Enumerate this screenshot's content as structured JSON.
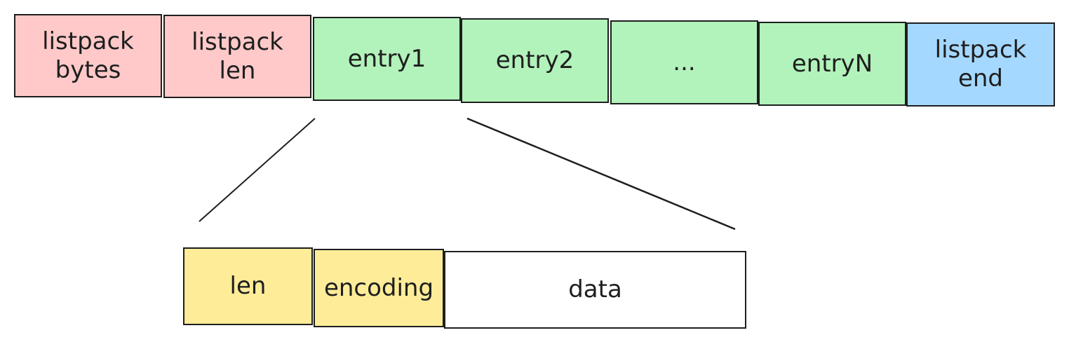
{
  "top_row": [
    {
      "label": "listpack\nbytes",
      "color": "#ffc9c9"
    },
    {
      "label": "listpack\nlen",
      "color": "#ffc9c9"
    },
    {
      "label": "entry1",
      "color": "#b2f2bb"
    },
    {
      "label": "entry2",
      "color": "#b2f2bb"
    },
    {
      "label": "...",
      "color": "#b2f2bb"
    },
    {
      "label": "entryN",
      "color": "#b2f2bb"
    },
    {
      "label": "listpack\nend",
      "color": "#a5d8ff"
    }
  ],
  "entry_detail": [
    {
      "label": "len",
      "color": "#ffec99"
    },
    {
      "label": "encoding",
      "color": "#ffec99"
    },
    {
      "label": "data",
      "color": "#ffffff"
    }
  ]
}
